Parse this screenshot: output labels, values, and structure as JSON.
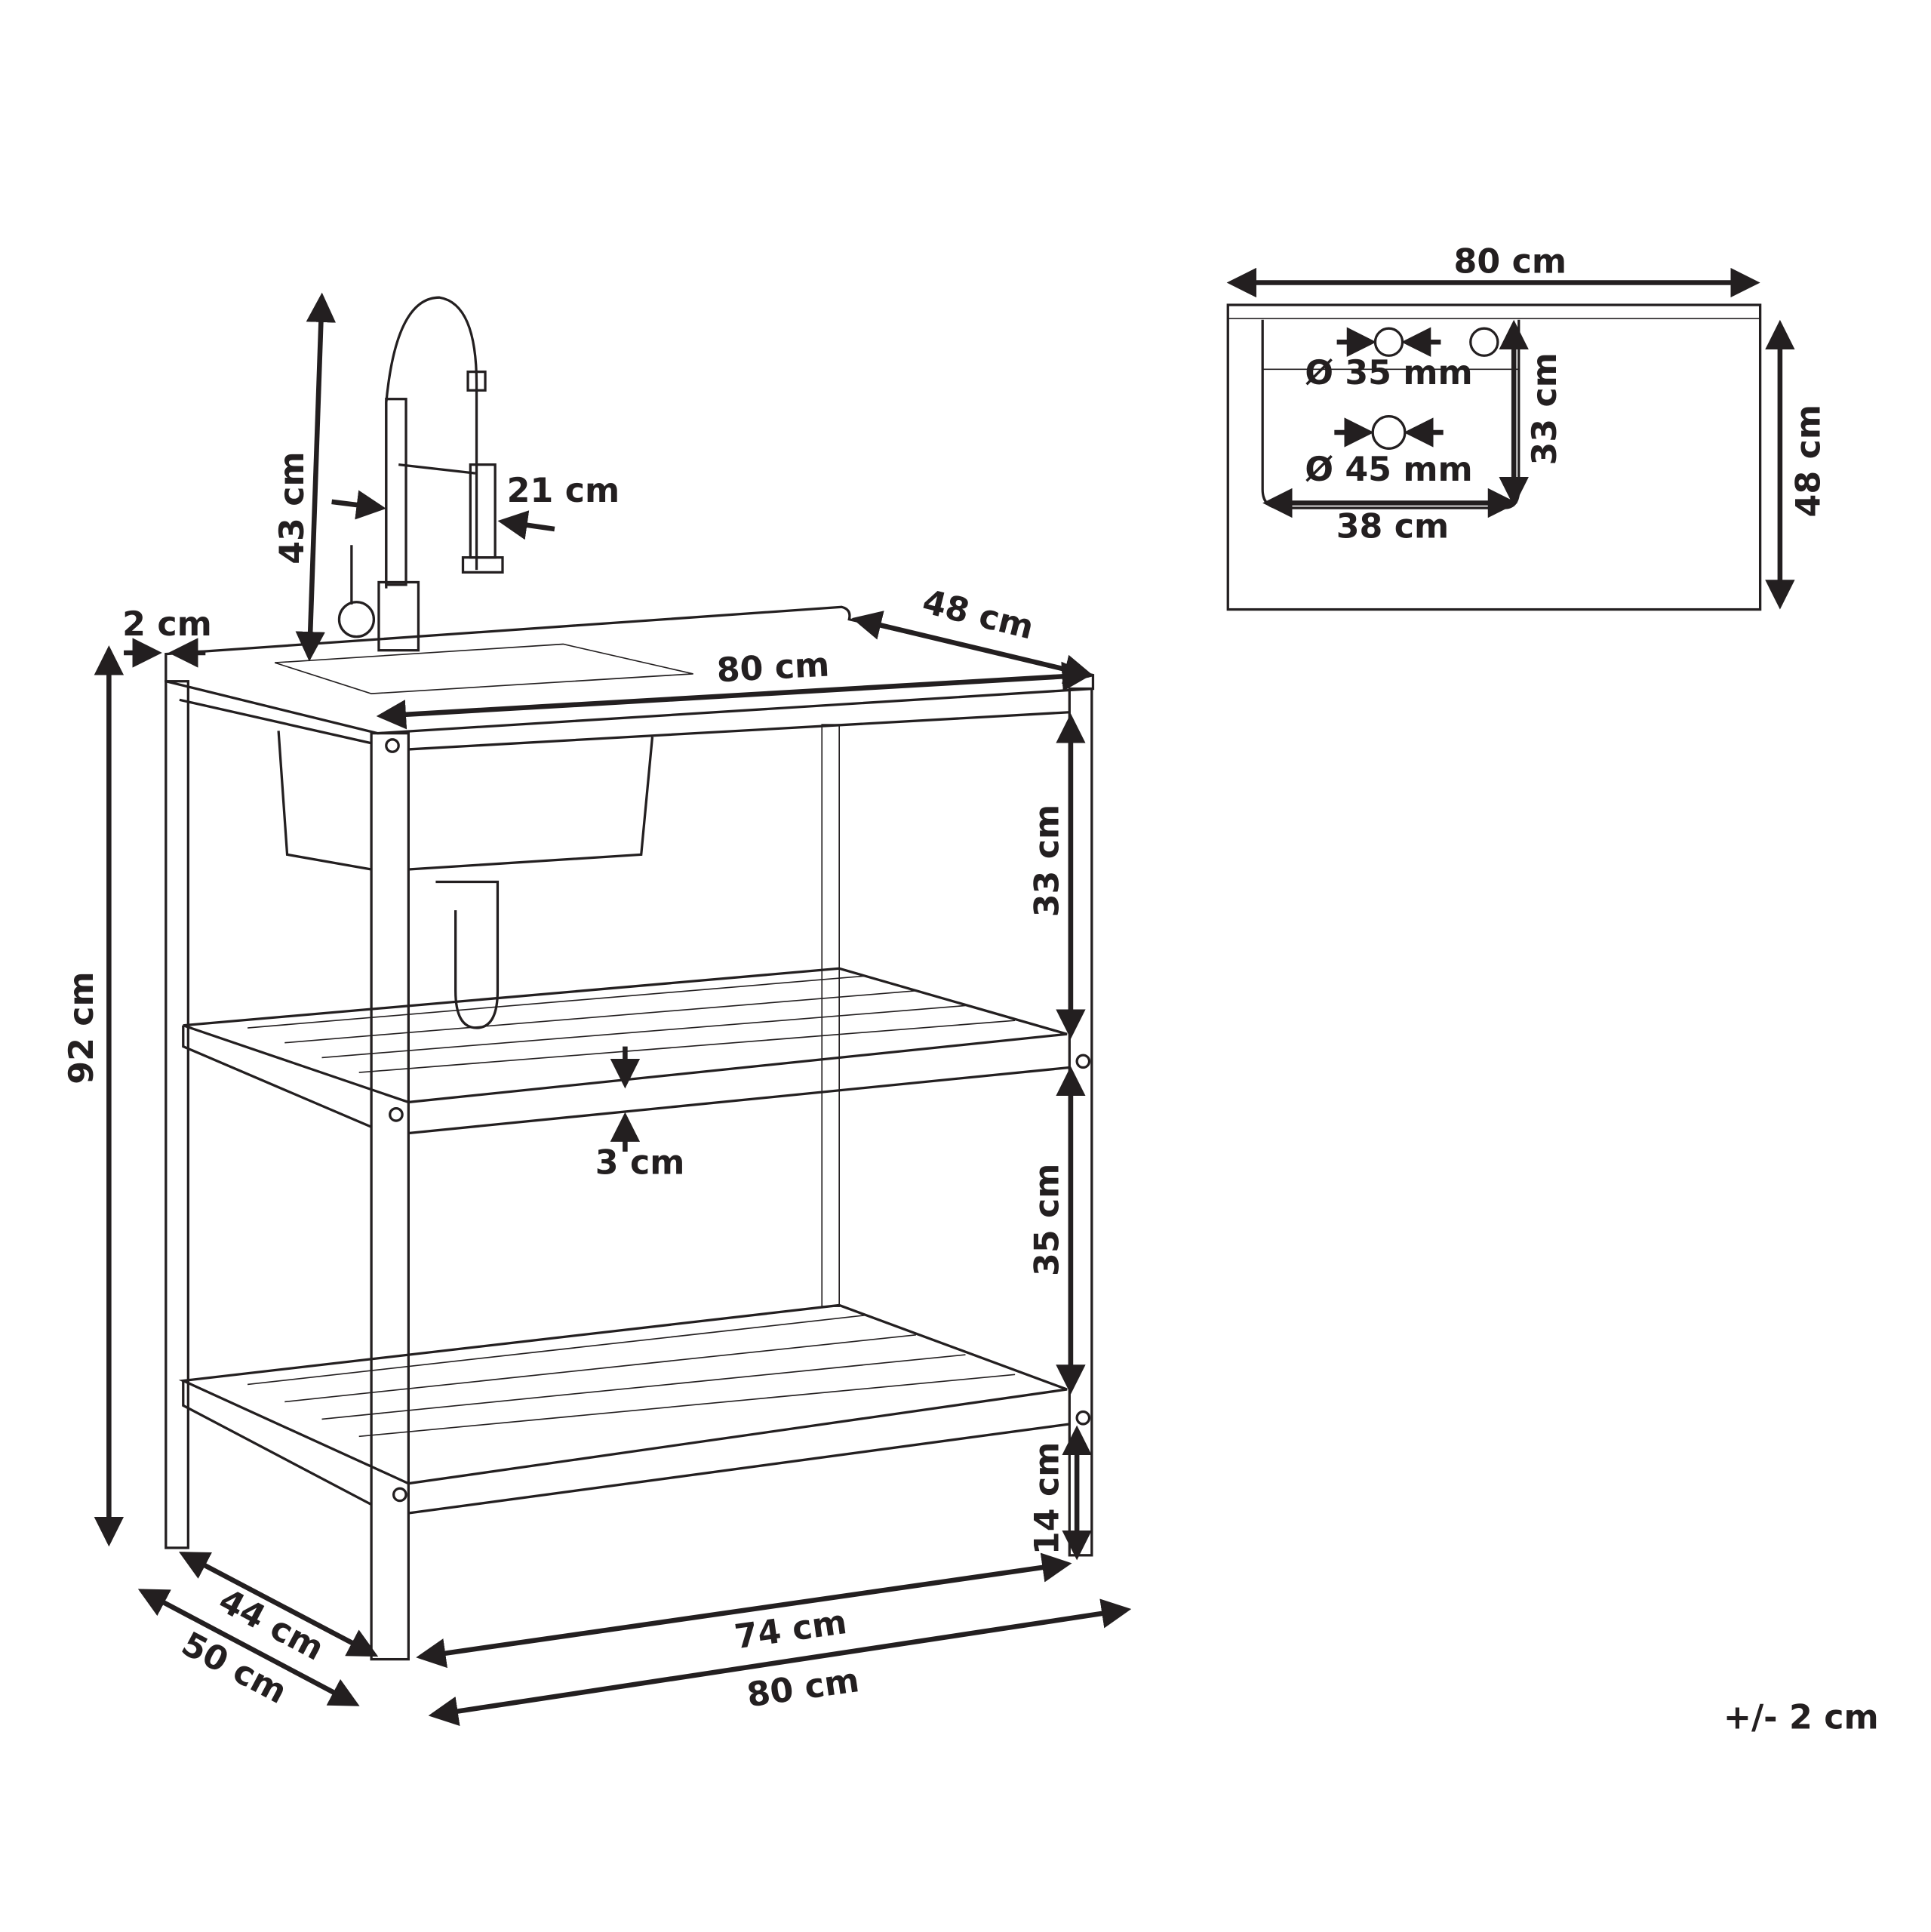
{
  "top_view": {
    "width": "80 cm",
    "depth": "48 cm",
    "basin_depth": "33 cm",
    "basin_width": "38 cm",
    "hole_small": "Ø 35 mm",
    "hole_large": "Ø 45 mm"
  },
  "front_view": {
    "faucet_height": "43 cm",
    "faucet_reach": "21 cm",
    "rim": "2 cm",
    "top_width": "80 cm",
    "top_depth": "48 cm",
    "upper_clearance": "33 cm",
    "total_height": "92 cm",
    "shelf_thickness": "3 cm",
    "middle_clearance": "35 cm",
    "bottom_clearance": "14 cm",
    "inner_depth": "44 cm",
    "outer_depth": "50 cm",
    "inner_width": "74 cm",
    "outer_width": "80 cm"
  },
  "tolerance": "+/- 2 cm",
  "colors": {
    "ink": "#231f20",
    "background": "#ffffff"
  }
}
